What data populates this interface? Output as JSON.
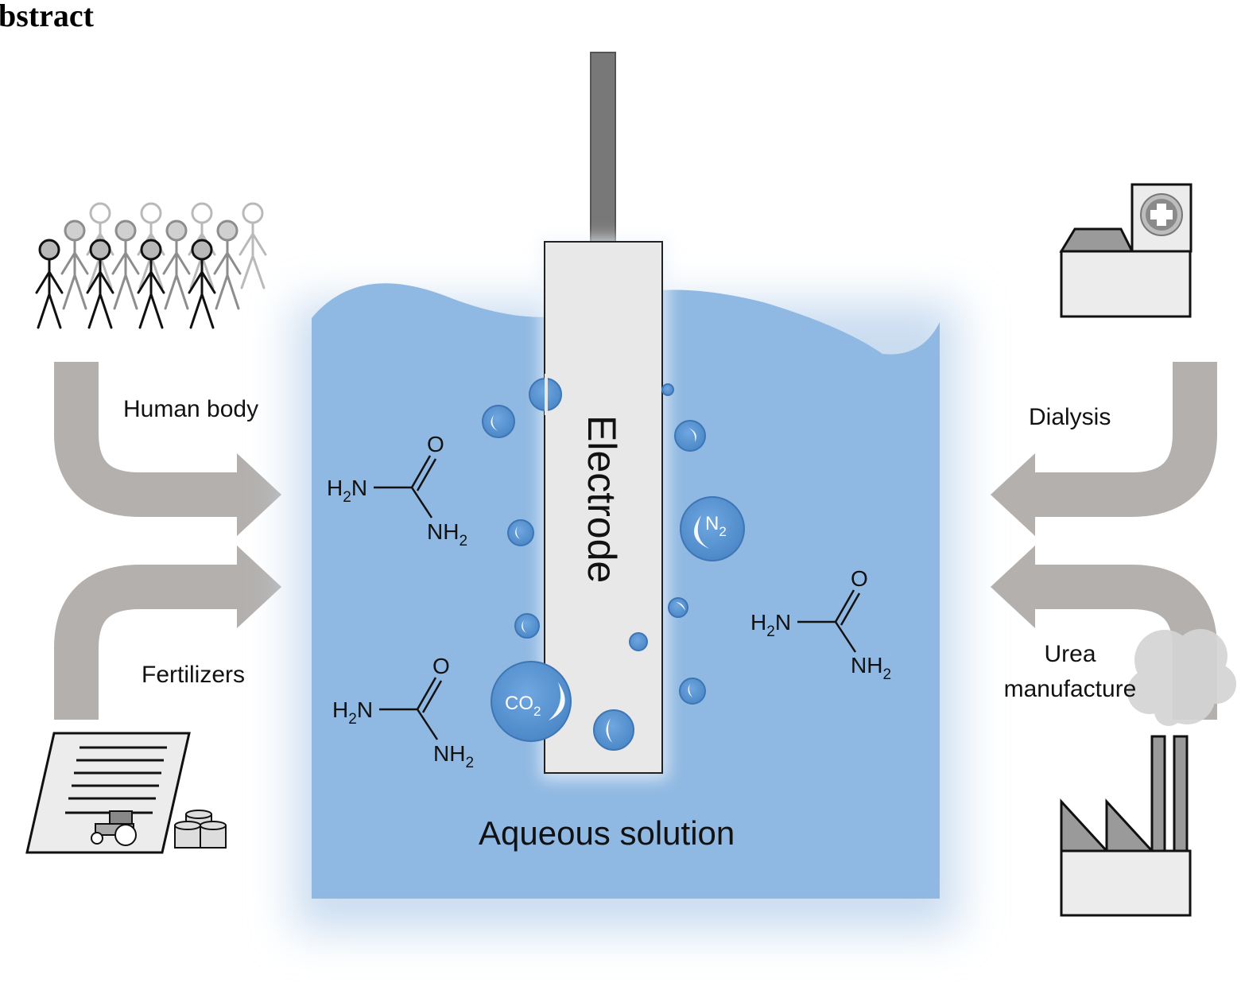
{
  "heading": "bstract",
  "labels": {
    "human_body": "Human body",
    "fertilizers": "Fertilizers",
    "dialysis": "Dialysis",
    "urea_line1": "Urea",
    "urea_line2": "manufacture",
    "electrode": "Electrode",
    "aqueous": "Aqueous solution"
  },
  "chem": {
    "h2n": "H",
    "h2n_sub": "2",
    "h2n_n": "N",
    "o": "O",
    "nh": "NH",
    "nh_sub": "2",
    "n2": "N",
    "n2_sub": "2",
    "co2": "CO",
    "co2_sub": "2"
  },
  "colors": {
    "water": "#8fb8e2",
    "bubble": "#5b95d3",
    "arrow": "#b3b0ae",
    "electrode_rod": "#787878",
    "electrode_body": "#e8e8e8"
  },
  "icons": {
    "people": "people-crowd-icon",
    "fertilizer": "fertilizer-document-icon",
    "hospital": "hospital-icon",
    "factory": "factory-icon"
  }
}
